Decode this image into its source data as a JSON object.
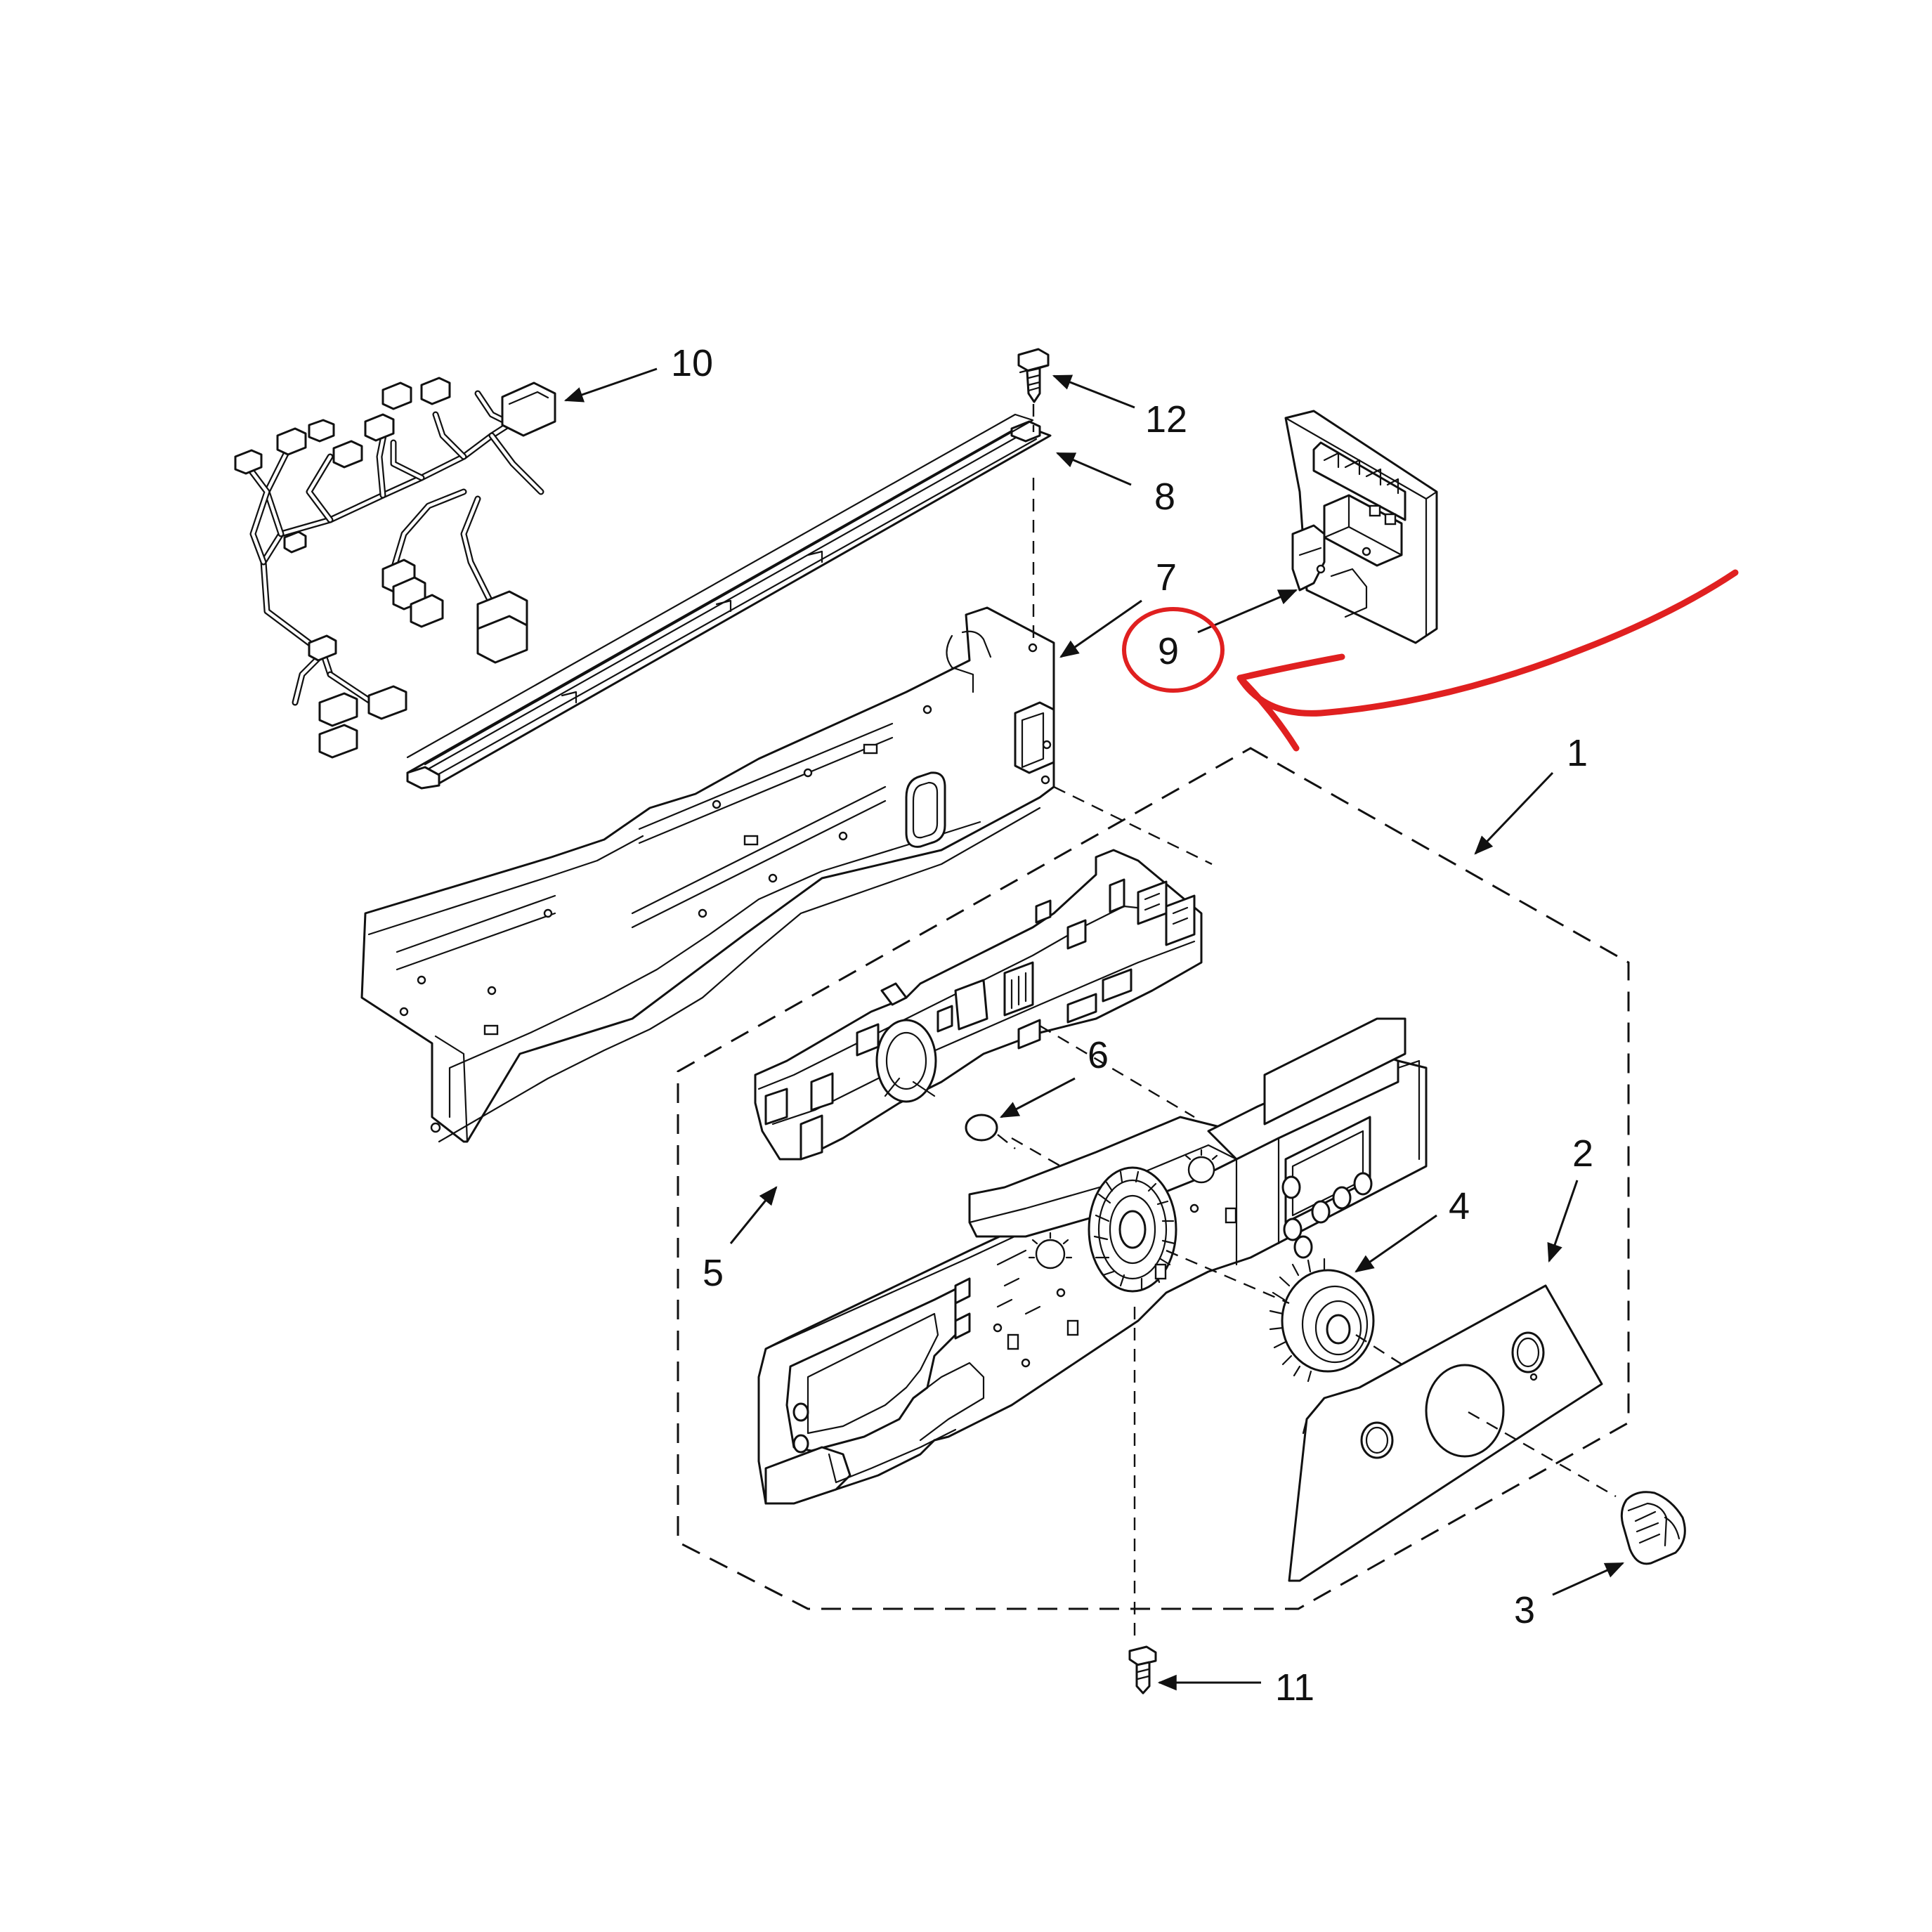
{
  "callouts": {
    "c1": "1",
    "c2": "2",
    "c3": "3",
    "c4": "4",
    "c5": "5",
    "c6": "6",
    "c7": "7",
    "c8": "8",
    "c9": "9",
    "c10": "10",
    "c11": "11",
    "c12": "12"
  },
  "colors": {
    "line": "#111111",
    "highlight": "#e02020",
    "background": "#ffffff"
  }
}
